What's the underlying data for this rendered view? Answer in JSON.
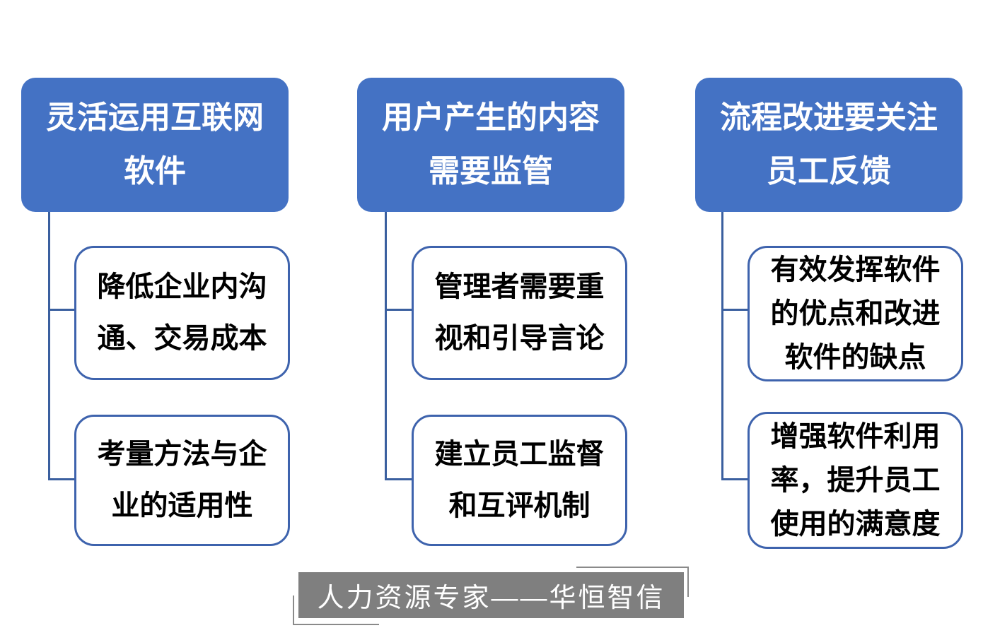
{
  "diagram": {
    "columns": [
      {
        "id": "internet-software",
        "header": "灵活运用互联网\n软件",
        "children": [
          "降低企业内沟\n通、交易成本",
          "考量方法与企\n业的适用性"
        ]
      },
      {
        "id": "ugc-regulation",
        "header": "用户产生的内容\n需要监管",
        "children": [
          "管理者需要重\n视和引导言论",
          "建立员工监督\n和互评机制"
        ]
      },
      {
        "id": "process-improvement",
        "header": "流程改进要关注\n员工反馈",
        "children": [
          "有效发挥软件\n的优点和改进\n软件的缺点",
          "增强软件利用\n率，提升员工\n使用的满意度"
        ]
      }
    ],
    "footer": "人力资源专家——华恒智信",
    "colors": {
      "header_fill": "#4472C4",
      "header_text": "#FFFFFF",
      "node_border": "#3E63AD",
      "node_text": "#000000",
      "connector": "#3A5F9F",
      "footer_fill": "#7F7F7F",
      "footer_text": "#FFFFFF",
      "background": "#FFFFFF"
    }
  }
}
